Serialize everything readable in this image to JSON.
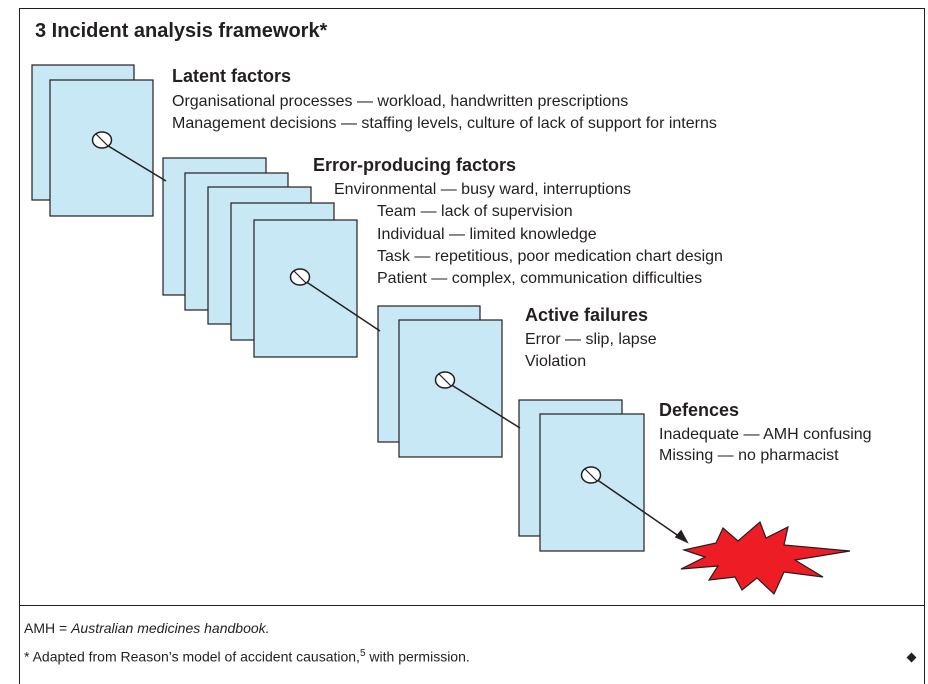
{
  "figure": {
    "title": "3 Incident analysis framework*"
  },
  "groups": {
    "latent": {
      "heading": "Latent factors",
      "lines": [
        "Organisational processes — workload, handwritten prescriptions",
        "Management decisions — staffing levels, culture of lack of support for interns"
      ]
    },
    "error": {
      "heading": "Error-producing factors",
      "lines": [
        "Environmental — busy ward, interruptions",
        "Team — lack of supervision",
        "Individual — limited knowledge",
        "Task — repetitious,  poor medication chart design",
        "Patient — complex, communication difficulties"
      ]
    },
    "active": {
      "heading": "Active failures",
      "lines": [
        "Error — slip, lapse",
        "Violation"
      ]
    },
    "defences": {
      "heading": "Defences",
      "lines": [
        "Inadequate — AMH confusing",
        "Missing — no pharmacist"
      ]
    }
  },
  "footnotes": {
    "abbrev_prefix": "AMH = ",
    "abbrev_italic": "Australian medicines handbook.",
    "source_marker": "*",
    "source_text": " Adapted from Reason’s model of accident causation,",
    "source_ref": "5",
    "source_suffix": " with permission."
  },
  "colors": {
    "panel_fill": "#c9e8f6",
    "panel_stroke": "#231f20",
    "burst_fill": "#ee1c25",
    "text": "#231f20"
  }
}
